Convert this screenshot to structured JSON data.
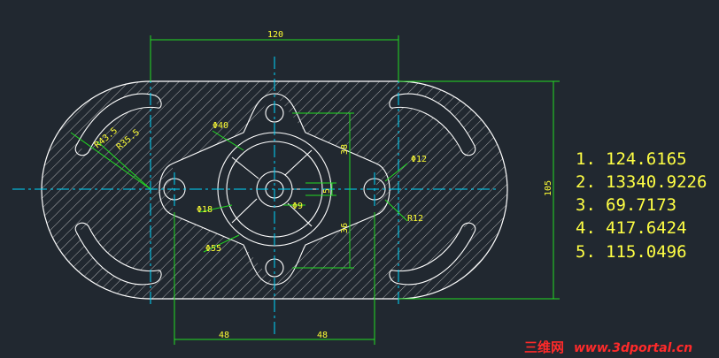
{
  "drawing": {
    "dimensions": {
      "top_width": "120",
      "height_right": "105",
      "bottom_left": "48",
      "bottom_right": "48",
      "phi40": "Φ40",
      "phi12": "Φ12",
      "phi18": "Φ18",
      "phi9": "Φ9",
      "phi55": "Φ55",
      "r12": "R12",
      "r35_5": "R35.5",
      "r43_5": "R43.5",
      "v38": "38",
      "v5": "5",
      "v36": "36"
    },
    "answers": [
      {
        "index": "1.",
        "value": "124.6165"
      },
      {
        "index": "2.",
        "value": "13340.9226"
      },
      {
        "index": "3.",
        "value": "69.7173"
      },
      {
        "index": "4.",
        "value": "417.6424"
      },
      {
        "index": "5.",
        "value": "115.0496"
      }
    ],
    "watermark": {
      "brand": "三维网",
      "url": "www.3dportal.cn"
    },
    "colors": {
      "background": "#212830",
      "outline": "#ffffff",
      "dimension": "#22dd22",
      "centerline": "#00d8ff",
      "text": "#ffff33",
      "watermark": "#ff2a2a"
    }
  }
}
